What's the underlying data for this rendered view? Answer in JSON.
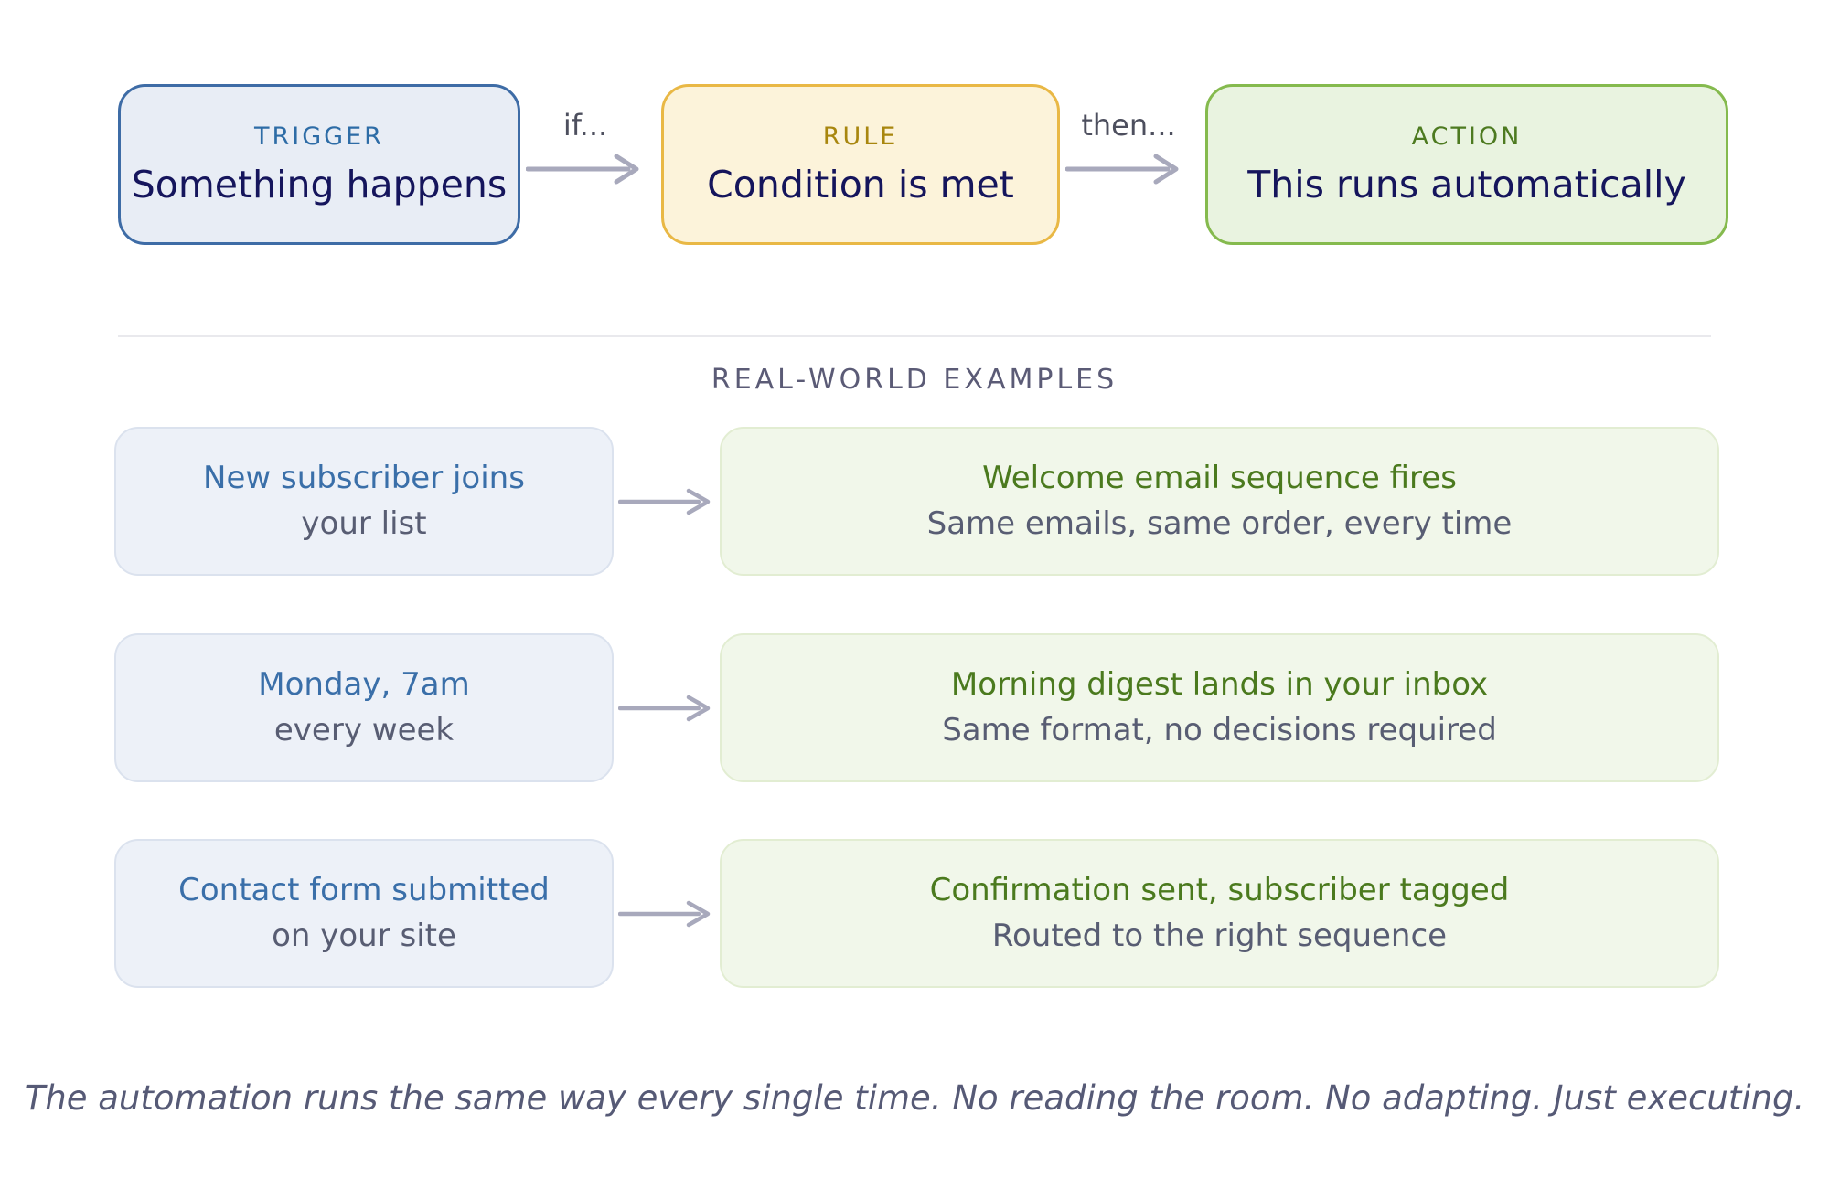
{
  "flow": {
    "steps": [
      {
        "label": "TRIGGER",
        "text": "Something happens"
      },
      {
        "label": "RULE",
        "text": "Condition is met"
      },
      {
        "label": "ACTION",
        "text": "This runs automatically"
      }
    ],
    "connectors": [
      {
        "label": "if..."
      },
      {
        "label": "then..."
      }
    ]
  },
  "examples_section": {
    "title": "REAL-WORLD EXAMPLES",
    "rows": [
      {
        "trigger_line1": "New subscriber joins",
        "trigger_line2": "your list",
        "action_line1": "Welcome email sequence fires",
        "action_line2": "Same emails, same order, every time"
      },
      {
        "trigger_line1": "Monday, 7am",
        "trigger_line2": "every week",
        "action_line1": "Morning digest lands in your inbox",
        "action_line2": "Same format, no decisions required"
      },
      {
        "trigger_line1": "Contact form submitted",
        "trigger_line2": "on your site",
        "action_line1": "Confirmation sent, subscriber tagged",
        "action_line2": "Routed to the right sequence"
      }
    ]
  },
  "footer": {
    "text": "The automation runs the same way every single time. No reading the room. No adapting. Just executing."
  },
  "colors": {
    "trigger_fill": "#e8edf5",
    "trigger_border": "#3e6ca6",
    "trigger_label": "#2d6ca6",
    "rule_fill": "#fcf3da",
    "rule_border": "#e9b845",
    "rule_label": "#a8860e",
    "action_fill": "#e9f3e0",
    "action_border": "#85ba4e",
    "action_label": "#4d7a20",
    "box_main_text": "#15155c",
    "secondary_text": "#585d73",
    "arrow": "#a8a9bc",
    "section_title_text": "#5b5b76"
  }
}
